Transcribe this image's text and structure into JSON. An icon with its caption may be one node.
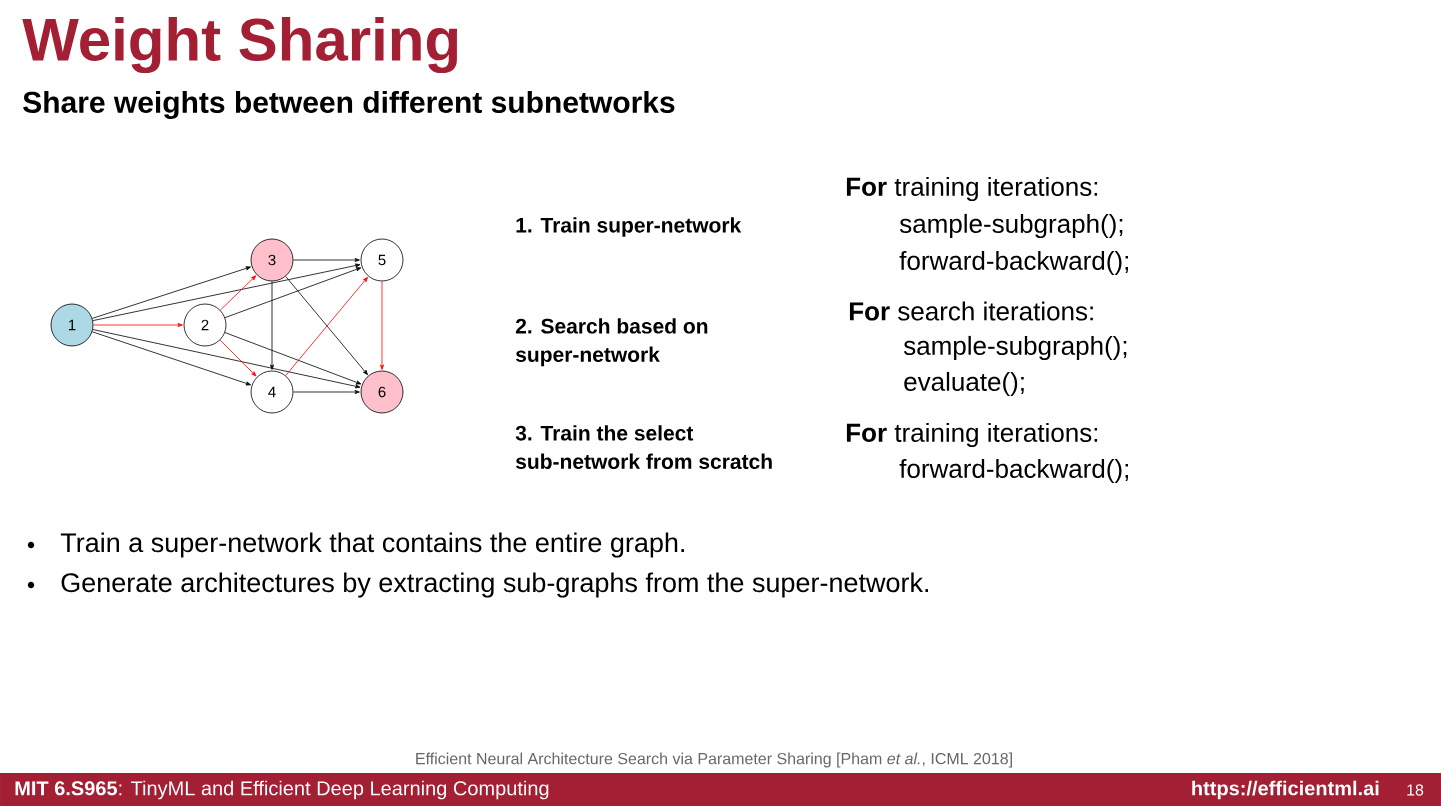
{
  "diagram": {
    "title": "Weight Sharing",
    "nodes": [
      {
        "text": [
          "1"
        ]
      },
      {
        "text": [
          "2"
        ]
      },
      {
        "text": [
          "3"
        ]
      },
      {
        "text": [
          "4"
        ]
      },
      {
        "text": [
          "5"
        ]
      },
      {
        "text": [
          "6"
        ]
      }
    ],
    "edges": [
      {
        "from": 0,
        "to": 2,
        "arrow": "to"
      },
      {
        "from": 0,
        "to": 4,
        "arrow": "to"
      },
      {
        "from": 0,
        "to": 1,
        "arrow": "to",
        "color": "#ff0000"
      },
      {
        "from": 0,
        "to": 3,
        "arrow": "to"
      },
      {
        "from": 0,
        "to": 5,
        "arrow": "to"
      },
      {
        "from": 1,
        "to": 2,
        "arrow": "to",
        "color": "#ff0000"
      },
      {
        "from": 1,
        "to": 4,
        "arrow": "to"
      },
      {
        "from": 1,
        "to": 3,
        "arrow": "to",
        "color": "#ff0000"
      },
      {
        "from": 1,
        "to": 5,
        "arrow": "to"
      },
      {
        "from": 2,
        "to": 4,
        "arrow": "to"
      },
      {
        "from": 2,
        "to": 3,
        "arrow": "to"
      },
      {
        "from": 2,
        "to": 5,
        "arrow": "to"
      },
      {
        "from": 3,
        "to": 4,
        "arrow": "to",
        "color": "#ff0000"
      },
      {
        "from": 3,
        "to": 5,
        "arrow": "to"
      },
      {
        "from": 4,
        "to": 5,
        "arrow": "to",
        "color": "#ff0000"
      }
    ],
    "labels": [
      "Share weights between different subnetworks",
      "1. Train super-network",
      "2. Search based on super-network",
      "3. Train the select sub-network from scratch",
      "**For** training iterations:",
      "sample-subgraph();",
      "forward-backward();",
      "**For** search iterations:",
      "sample-subgraph();",
      "evaluate();",
      "**For** training iterations:",
      "forward-backward();",
      "Train a super-network that contains the entire graph.",
      "Generate architectures by extracting sub-graphs from the super-network.",
      "Efficient Neural Architecture Search via Parameter Sharing [Pham *et al.*, ICML 2018]",
      "**MIT 6.S965**: TinyML and Efficient Deep Learning Computing",
      "https://efficientml.ai",
      "18"
    ]
  }
}
